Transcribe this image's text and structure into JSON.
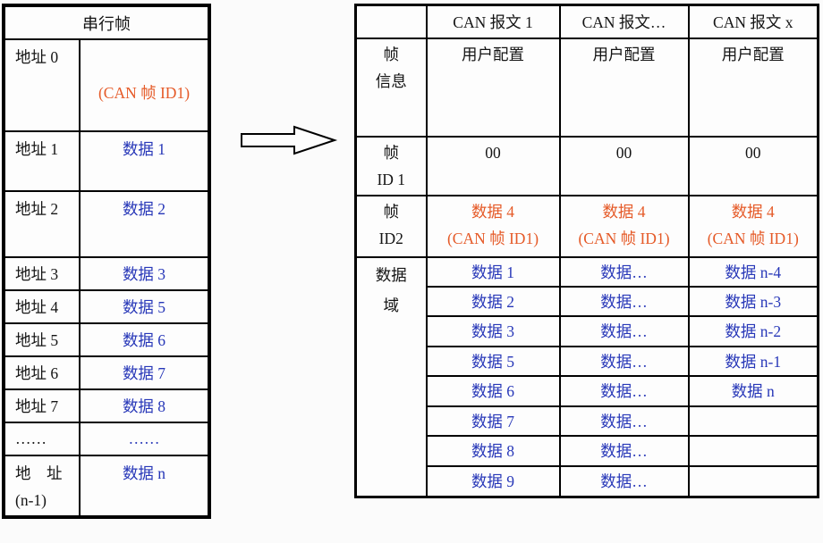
{
  "colors": {
    "accent_orange": "#e55a28",
    "data_blue": "#2737b8",
    "border_black": "#000000"
  },
  "serial_table": {
    "title": "串行帧",
    "rows": [
      {
        "addr": "地址 0",
        "value": "(CAN 帧 ID1)"
      },
      {
        "addr": "地址 1",
        "value": "数据 1"
      },
      {
        "addr": "地址 2",
        "value": "数据 2"
      },
      {
        "addr": "地址 3",
        "value": "数据 3"
      },
      {
        "addr": "地址 4",
        "value": "数据 5"
      },
      {
        "addr": "地址 5",
        "value": "数据 6"
      },
      {
        "addr": "地址 6",
        "value": "数据 7"
      },
      {
        "addr": "地址 7",
        "value": "数据 8"
      },
      {
        "addr": "……",
        "value": "……"
      },
      {
        "addr_line1": "地　址",
        "addr_line2": "(n-1)",
        "value": "数据 n"
      }
    ]
  },
  "arrow": {
    "meaning": "maps-to"
  },
  "can_table": {
    "headers": [
      "",
      "CAN 报文 1",
      "CAN 报文…",
      "CAN 报文 x"
    ],
    "frame_info": {
      "label_line1": "帧",
      "label_line2": "信息",
      "values": [
        "用户配置",
        "用户配置",
        "用户配置"
      ]
    },
    "frame_id1": {
      "label_line1": "帧",
      "label_line2": "ID 1",
      "values": [
        "00",
        "00",
        "00"
      ]
    },
    "frame_id2": {
      "label_line1": "帧",
      "label_line2": "ID2",
      "value_line1": "数据 4",
      "value_line2": "(CAN 帧 ID1)"
    },
    "data_field": {
      "label_line1": "数据",
      "label_line2": "域",
      "rows": [
        [
          "数据 1",
          "数据…",
          "数据 n-4"
        ],
        [
          "数据 2",
          "数据…",
          "数据 n-3"
        ],
        [
          "数据 3",
          "数据…",
          "数据 n-2"
        ],
        [
          "数据 5",
          "数据…",
          "数据 n-1"
        ],
        [
          "数据 6",
          "数据…",
          "数据 n"
        ],
        [
          "数据 7",
          "数据…",
          ""
        ],
        [
          "数据 8",
          "数据…",
          ""
        ],
        [
          "数据 9",
          "数据…",
          ""
        ]
      ]
    }
  }
}
